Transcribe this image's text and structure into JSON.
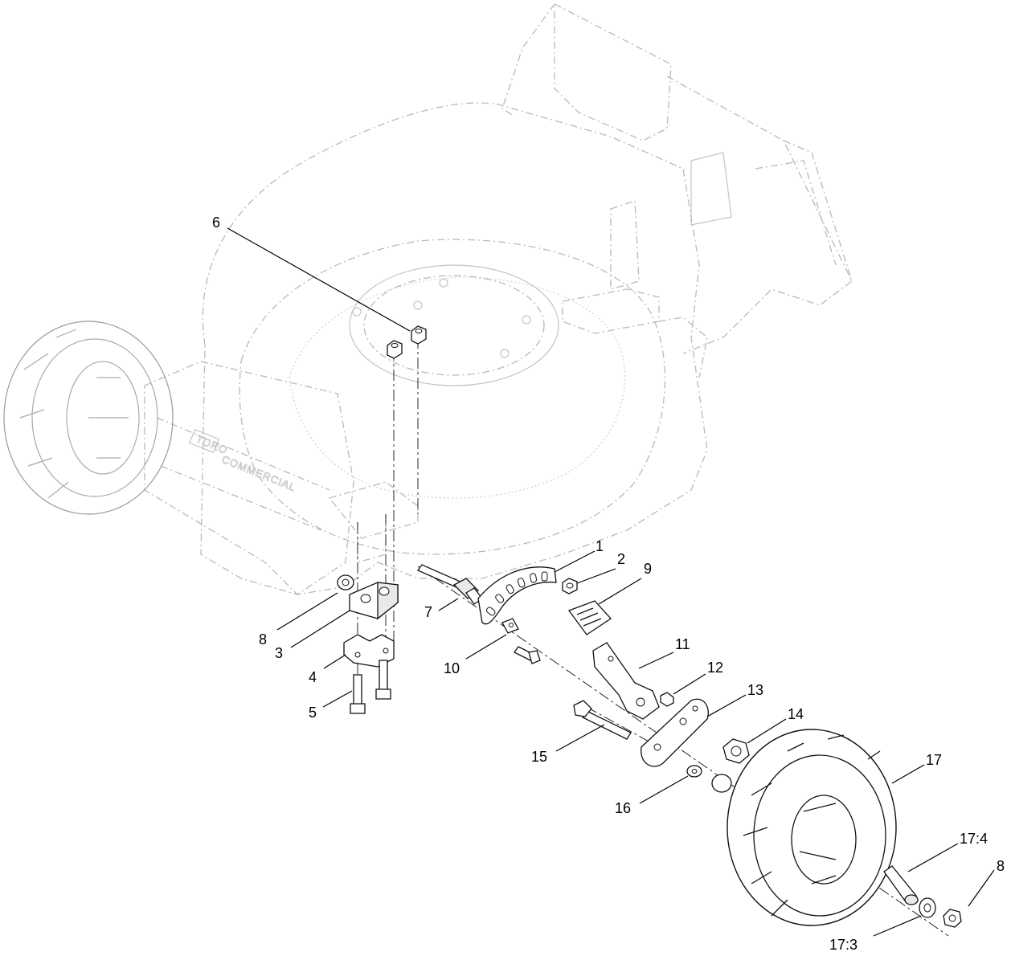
{
  "deck_brand_text": "COMMERCIAL",
  "deck_logo_text": "TORO",
  "callouts": [
    {
      "id": "c1",
      "label": "1"
    },
    {
      "id": "c2",
      "label": "2"
    },
    {
      "id": "c3",
      "label": "3"
    },
    {
      "id": "c4",
      "label": "4"
    },
    {
      "id": "c5",
      "label": "5"
    },
    {
      "id": "c6",
      "label": "6"
    },
    {
      "id": "c7",
      "label": "7"
    },
    {
      "id": "c8a",
      "label": "8"
    },
    {
      "id": "c8b",
      "label": "8"
    },
    {
      "id": "c9",
      "label": "9"
    },
    {
      "id": "c10",
      "label": "10"
    },
    {
      "id": "c11",
      "label": "11"
    },
    {
      "id": "c12",
      "label": "12"
    },
    {
      "id": "c13",
      "label": "13"
    },
    {
      "id": "c14",
      "label": "14"
    },
    {
      "id": "c15",
      "label": "15"
    },
    {
      "id": "c16",
      "label": "16"
    },
    {
      "id": "c17",
      "label": "17"
    },
    {
      "id": "c174",
      "label": "17:4"
    },
    {
      "id": "c173",
      "label": "17:3"
    }
  ]
}
